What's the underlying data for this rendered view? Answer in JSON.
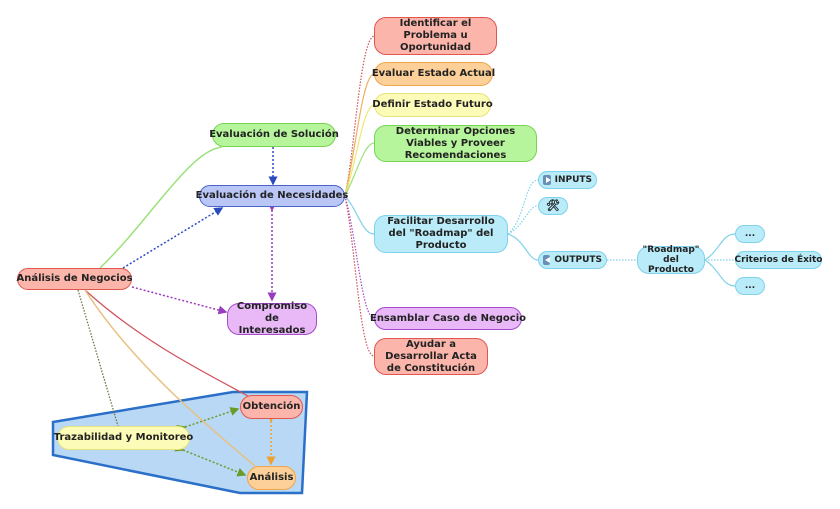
{
  "central": {
    "label": "Análisis de Negocios"
  },
  "left_nodes": {
    "evaluacion_solucion": "Evaluación de Solución",
    "evaluacion_necesidades": "Evaluación de Necesidades",
    "compromiso": "Compromiso de Interesados"
  },
  "cycle": {
    "obtencion": "Obtención",
    "trazabilidad": "Trazabilidad y Monitoreo",
    "analisis": "Análisis"
  },
  "tasks": [
    "Identificar el Problema u Oportunidad",
    "Evaluar Estado Actual",
    "Definir Estado Futuro",
    "Determinar Opciones Viables y Proveer Recomendaciones",
    "Facilitar Desarrollo del \"Roadmap\" del Producto",
    "Ensamblar Caso de Negocio",
    "Ayudar a Desarrollar Acta de Constitución"
  ],
  "sub": {
    "inputs": "INPUTS",
    "tools_icon": "🛠",
    "outputs": "OUTPUTS",
    "roadmap": "\"Roadmap\" del Producto",
    "ellipsis_1": "...",
    "criterios": "Criterios de Éxito",
    "ellipsis_2": "..."
  },
  "colors": {
    "accent_blue": "#4a63c8",
    "group_fill": "#b8d8f5",
    "group_border": "#2a6fc8"
  }
}
